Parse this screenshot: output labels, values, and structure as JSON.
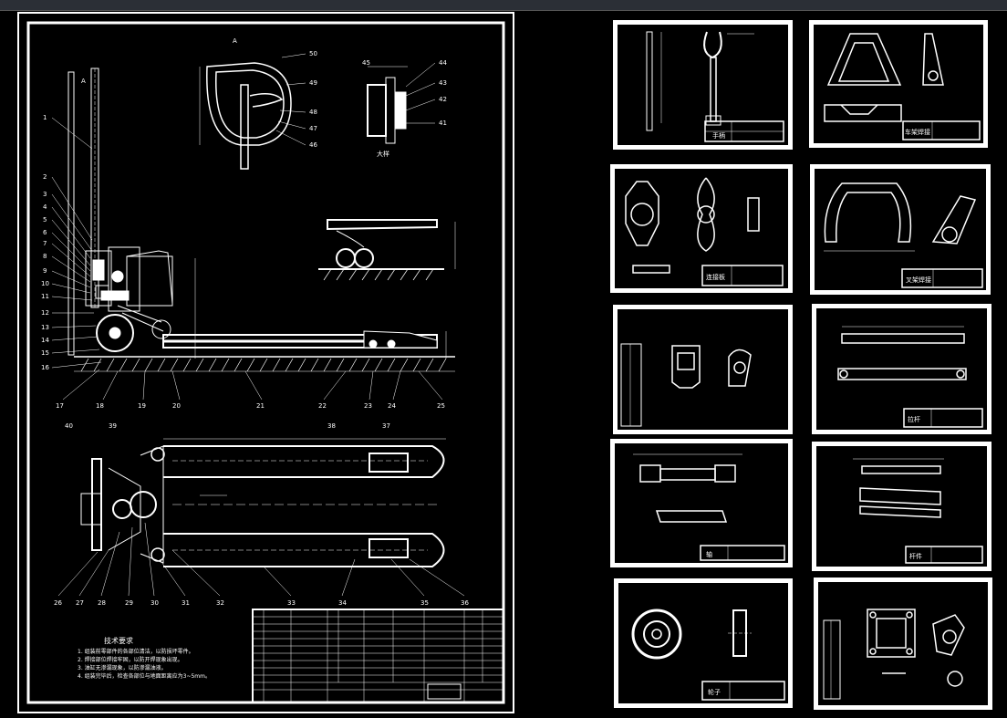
{
  "main_drawing": {
    "section_mark": "A",
    "view_label": "大样",
    "tech_requirements": {
      "title": "技术要求",
      "lines": [
        "1. 组装前零部件的各部位清洁，以防损坏零件。",
        "2. 焊接部位焊接牢固，以防开焊现象出现。",
        "3. 油缸无渗漏现象，以防渗漏油液。",
        "4. 组装完毕后，检查各部位与地面距离应为3~5mm。"
      ]
    },
    "callouts_left": [
      "1",
      "2",
      "3",
      "4",
      "5",
      "6",
      "7",
      "8",
      "9",
      "10",
      "11",
      "12",
      "13",
      "14",
      "15",
      "16"
    ],
    "callouts_bottom_side": [
      "17",
      "18",
      "19",
      "20",
      "21",
      "22",
      "23",
      "24",
      "25"
    ],
    "callouts_top_view_top": [
      "40",
      "39",
      "38",
      "37"
    ],
    "callouts_top_view_bottom": [
      "26",
      "27",
      "28",
      "29",
      "30",
      "31",
      "32",
      "33",
      "34",
      "35",
      "36"
    ],
    "callouts_handle_detail": [
      "50",
      "49",
      "48",
      "47",
      "46"
    ],
    "callouts_pump_detail": [
      "45",
      "44",
      "43",
      "42",
      "41"
    ]
  },
  "thumbnails": [
    {
      "id": "handle",
      "title_block": "手柄"
    },
    {
      "id": "frame",
      "title_block": "车架焊接"
    },
    {
      "id": "plate",
      "title_block": "连接板"
    },
    {
      "id": "fork-frame",
      "title_block": "叉架焊接"
    },
    {
      "id": "bracket",
      "title_block": ""
    },
    {
      "id": "pull-rod",
      "title_block": "拉杆"
    },
    {
      "id": "shaft",
      "title_block": "轴"
    },
    {
      "id": "lever",
      "title_block": "杆件"
    },
    {
      "id": "wheel",
      "title_block": "轮子"
    },
    {
      "id": "seat",
      "title_block": ""
    }
  ]
}
